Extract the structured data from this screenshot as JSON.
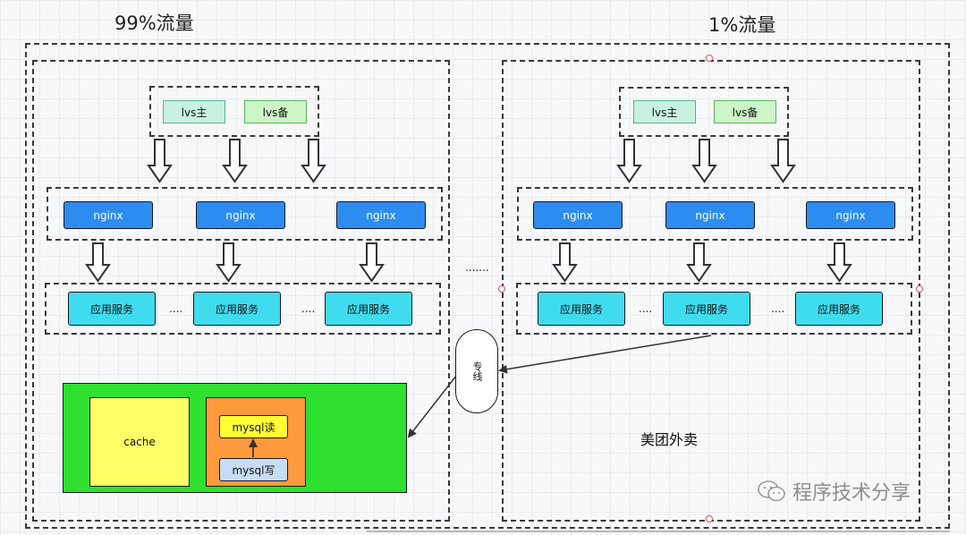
{
  "titles": {
    "left": "99%流量",
    "right": "1%流量"
  },
  "left": {
    "lvs": [
      "lvs主",
      "lvs备"
    ],
    "nginx": [
      "nginx",
      "nginx",
      "nginx"
    ],
    "apps": [
      "应用服务",
      "应用服务",
      "应用服务"
    ],
    "ellipsis": [
      "....",
      "...."
    ],
    "storage": {
      "cache": "cache",
      "mysql_read": "mysql读",
      "mysql_write": "mysql写"
    }
  },
  "right": {
    "lvs": [
      "lvs主",
      "lvs备"
    ],
    "nginx": [
      "nginx",
      "nginx",
      "nginx"
    ],
    "apps": [
      "应用服务",
      "应用服务",
      "应用服务"
    ],
    "ellipsis": [
      "....",
      "...."
    ],
    "label": "美团外卖"
  },
  "middle": {
    "ellipsis": ".......",
    "dedicated_line": "专线"
  },
  "watermark": "程序技术分享",
  "colors": {
    "green_zone": "#2fe02f",
    "cache": "#ffff66",
    "mysql_group": "#ff9a3c",
    "mysql_read": "#ffff33",
    "mysql_write": "#c6dcf7"
  }
}
